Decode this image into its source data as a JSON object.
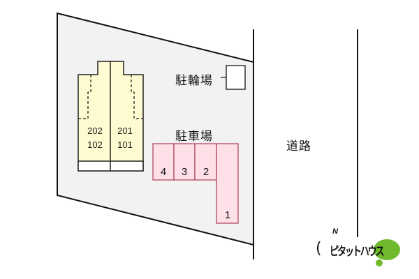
{
  "colors": {
    "lot_fill": "#f2f2f2",
    "building_fill": "#fffbd0",
    "parking_fill": "#ffe0e8",
    "parking_stroke": "#b04a5e",
    "line": "#111111",
    "brand_green": "#6fba2c"
  },
  "building": {
    "units": [
      {
        "upper": "202",
        "lower": "102"
      },
      {
        "upper": "201",
        "lower": "101"
      }
    ]
  },
  "labels": {
    "bicycle_parking": "駐輪場",
    "parking": "駐車場",
    "road": "道路"
  },
  "parking_spaces": [
    {
      "number": "4"
    },
    {
      "number": "3"
    },
    {
      "number": "2"
    },
    {
      "number": "1"
    }
  ],
  "compass": {
    "north": "N",
    "arc": "("
  },
  "brand": {
    "name": "ピタットハウス"
  }
}
